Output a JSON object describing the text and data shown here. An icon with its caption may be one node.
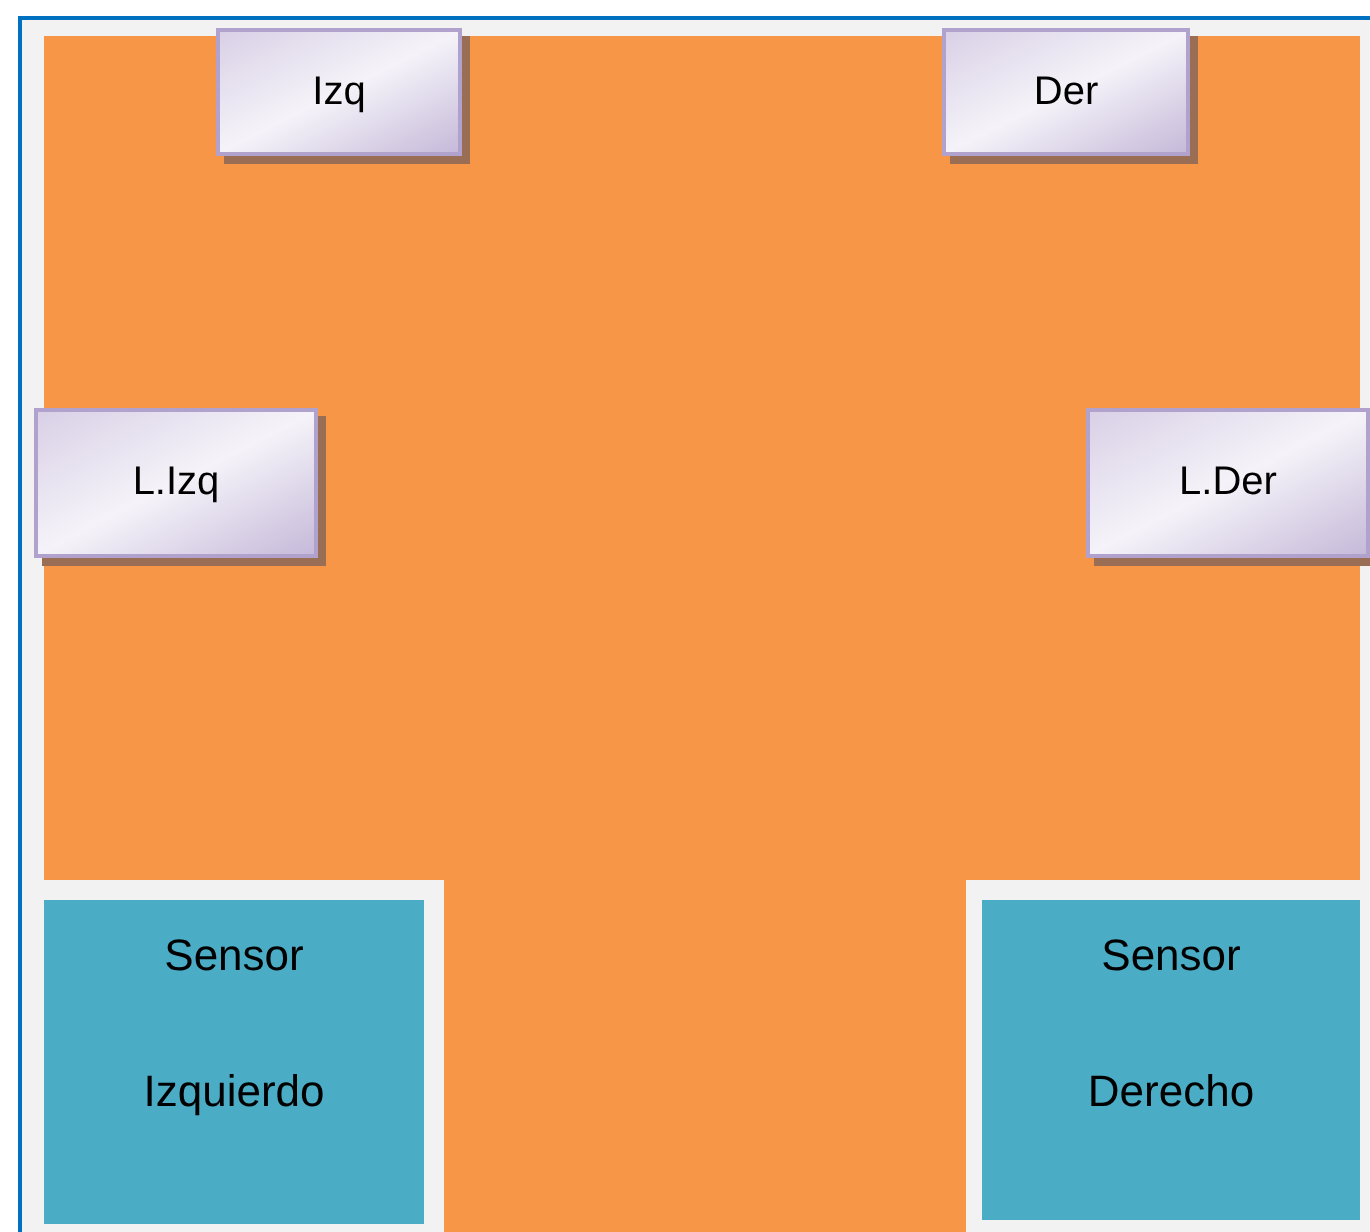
{
  "diagram": {
    "nodes": [
      {
        "text": [
          "Izq"
        ]
      },
      {
        "text": [
          "Der"
        ]
      },
      {
        "text": [
          "L.Izq"
        ]
      },
      {
        "text": [
          "L.Der"
        ]
      },
      {
        "text": [
          "Sensor",
          "Izquierdo"
        ]
      },
      {
        "text": [
          "Sensor",
          "Derecho"
        ]
      }
    ]
  }
}
